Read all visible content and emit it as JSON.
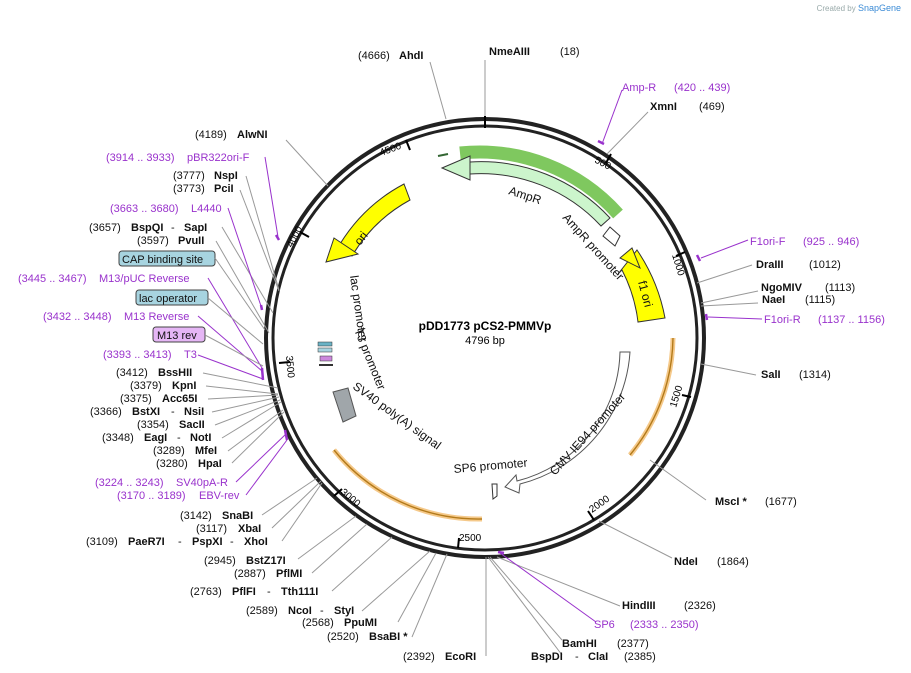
{
  "credit": {
    "prefix": "Created by",
    "brand": "SnapGene"
  },
  "plasmid": {
    "name": "pDD1773 pCS2-PMMVp",
    "length": "4796 bp"
  },
  "ticks": [
    "500",
    "1000",
    "1500",
    "2000",
    "2500",
    "3000",
    "3500",
    "4000",
    "4500"
  ],
  "features": {
    "ampr": "AmpR",
    "ampr_promoter": "AmpR promoter",
    "f1_ori": "f1 ori",
    "cmv": "CMV IE94 promoter",
    "sp6_promoter": "SP6 promoter",
    "sv40": "SV40 poly(A) signal",
    "t3": "T3 promoter",
    "lac_promoter": "lac promoter",
    "ori": "ori"
  },
  "sites": [
    {
      "name": "NmeAIII",
      "pos": "(18)"
    },
    {
      "name": "AhdI",
      "pos": "(4666)"
    },
    {
      "name": "XmnI",
      "pos": "(469)"
    },
    {
      "name": "DraIII",
      "pos": "(1012)"
    },
    {
      "name": "NgoMIV",
      "pos": "(1113)"
    },
    {
      "name": "NaeI",
      "pos": "(1115)"
    },
    {
      "name": "SalI",
      "pos": "(1314)"
    },
    {
      "name": "MscI *",
      "pos": "(1677)"
    },
    {
      "name": "NdeI",
      "pos": "(1864)"
    },
    {
      "name": "HindIII",
      "pos": "(2326)"
    },
    {
      "name": "BamHI",
      "pos": "(2377)"
    },
    {
      "name": "BspDI",
      "sep": " - ",
      "name2": "ClaI",
      "pos": "(2385)"
    },
    {
      "name": "EcoRI",
      "pos": "(2392)"
    },
    {
      "name": "BsaBI *",
      "pos": "(2520)"
    },
    {
      "name": "PpuMI",
      "pos": "(2568)"
    },
    {
      "name": "NcoI",
      "sep": " - ",
      "name2": "StyI",
      "pos": "(2589)"
    },
    {
      "name": "PflFI",
      "sep": " - ",
      "name2": "Tth111I",
      "pos": "(2763)"
    },
    {
      "name": "PflMI",
      "pos": "(2887)"
    },
    {
      "name": "BstZ17I",
      "pos": "(2945)"
    },
    {
      "name": "PaeR7I",
      "sep": " - ",
      "name2": "PspXI",
      "sep2": " - ",
      "name3": "XhoI",
      "pos": "(3109)"
    },
    {
      "name": "XbaI",
      "pos": "(3117)"
    },
    {
      "name": "SnaBI",
      "pos": "(3142)"
    },
    {
      "name": "HpaI",
      "pos": "(3280)"
    },
    {
      "name": "MfeI",
      "pos": "(3289)"
    },
    {
      "name": "EagI",
      "sep": " - ",
      "name2": "NotI",
      "pos": "(3348)"
    },
    {
      "name": "SacII",
      "pos": "(3354)"
    },
    {
      "name": "BstXI",
      "sep": " - ",
      "name2": "NsiI",
      "pos": "(3366)"
    },
    {
      "name": "Acc65I",
      "pos": "(3375)"
    },
    {
      "name": "KpnI",
      "pos": "(3379)"
    },
    {
      "name": "BssHII",
      "pos": "(3412)"
    },
    {
      "name": "PvuII",
      "pos": "(3597)"
    },
    {
      "name": "BspQI",
      "sep": " - ",
      "name2": "SapI",
      "pos": "(3657)"
    },
    {
      "name": "PciI",
      "pos": "(3773)"
    },
    {
      "name": "NspI",
      "pos": "(3777)"
    },
    {
      "name": "AlwNI",
      "pos": "(4189)"
    }
  ],
  "primers": [
    {
      "name": "Amp-R",
      "range": "(420 .. 439)"
    },
    {
      "name": "F1ori-F",
      "range": "(925 .. 946)"
    },
    {
      "name": "F1ori-R",
      "range": "(1137 .. 1156)"
    },
    {
      "name": "SP6",
      "range": "(2333 .. 2350)"
    },
    {
      "name": "EBV-rev",
      "range": "(3170 .. 3189)"
    },
    {
      "name": "SV40pA-R",
      "range": "(3224 .. 3243)"
    },
    {
      "name": "T3",
      "range": "(3393 .. 3413)"
    },
    {
      "name": "M13 Reverse",
      "range": "(3432 .. 3448)"
    },
    {
      "name": "M13/pUC Reverse",
      "range": "(3445 .. 3467)"
    },
    {
      "name": "L4440",
      "range": "(3663 .. 3680)"
    },
    {
      "name": "pBR322ori-F",
      "range": "(3914 .. 3933)"
    }
  ],
  "boxes": {
    "cap": "CAP binding site",
    "lac_operator": "lac operator",
    "m13_rev": "M13 rev"
  },
  "colors": {
    "backbone": "#000000",
    "ampr": "#ccf5cc",
    "ori": "#ffff00",
    "f1_ori": "#ffff00",
    "primer": "#9932cc",
    "cds_highlight": "#f5c98a",
    "cap_box": "#a7d4e0",
    "m13_box": "#e5b6f5"
  }
}
